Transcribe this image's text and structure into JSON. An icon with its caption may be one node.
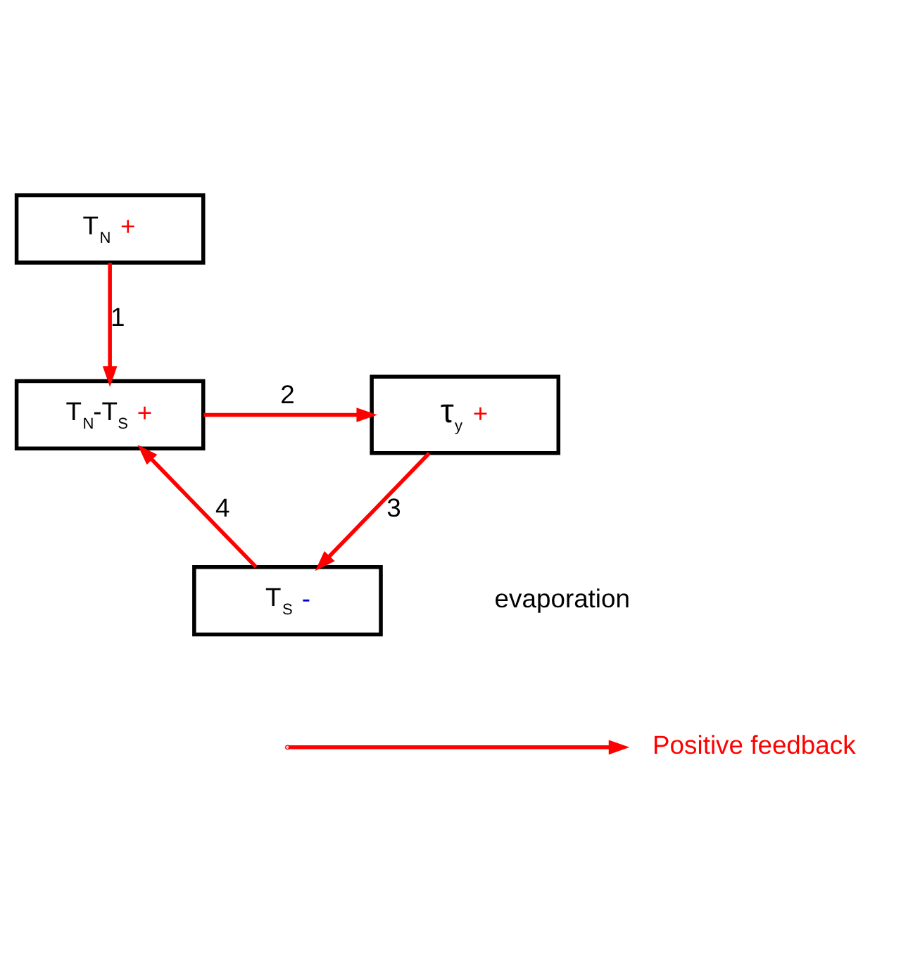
{
  "diagram": {
    "nodes": [
      {
        "text": [
          "T$_{N}$",
          "+"
        ]
      },
      {
        "text": [
          "T$_{N}$-T$_{S}$",
          "+"
        ]
      },
      {
        "text": [
          "τ$_{y}$",
          "+"
        ]
      },
      {
        "text": [
          "T$_{S}$",
          "-"
        ]
      }
    ],
    "edges": [
      {
        "from": 0,
        "to": 1,
        "arrow": "to",
        "label": "1"
      },
      {
        "from": 1,
        "to": 2,
        "arrow": "to",
        "label": "2"
      },
      {
        "from": 2,
        "to": 3,
        "arrow": "to",
        "label": "3"
      },
      {
        "from": 3,
        "to": 1,
        "arrow": "to",
        "label": "4"
      }
    ],
    "labels": [
      "evaporation"
    ],
    "legend": [
      {
        "text": "Positive feedback"
      }
    ]
  }
}
